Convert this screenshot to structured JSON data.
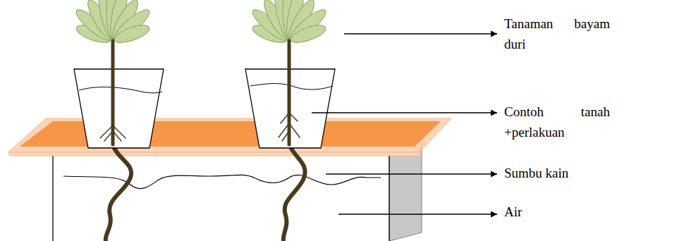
{
  "diagram": {
    "labels": [
      "Tanaman bayam duri",
      "Contoh tanah +perlakuan",
      "Sumbu kain",
      "Air"
    ]
  }
}
